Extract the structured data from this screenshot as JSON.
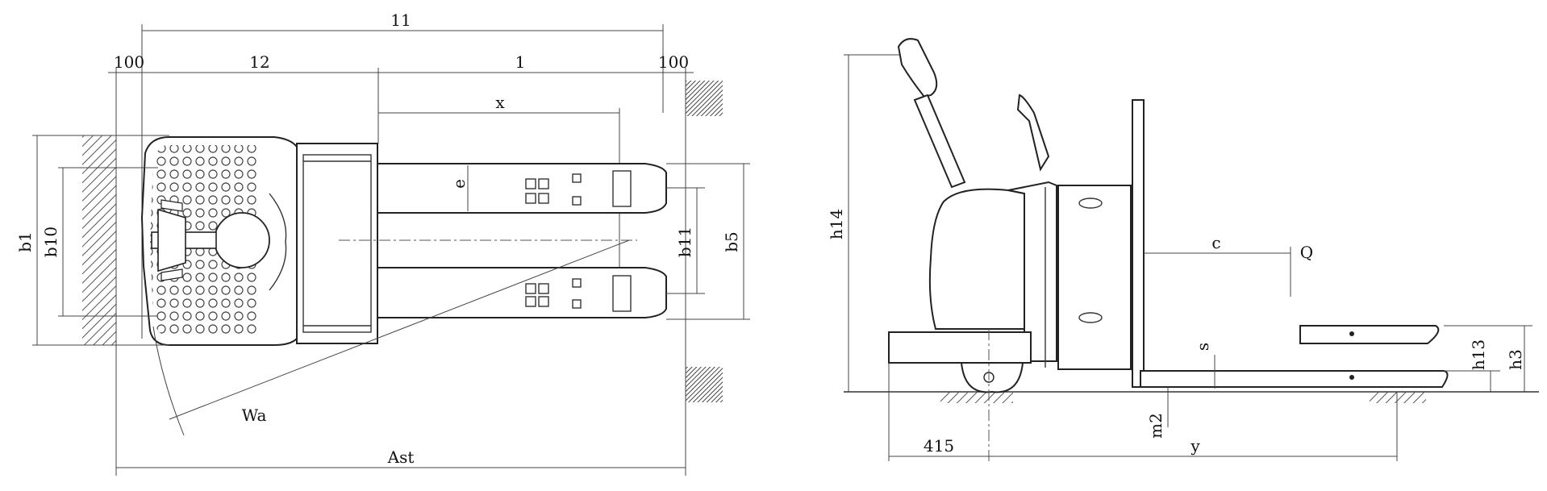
{
  "top_view": {
    "dims": {
      "l1_overall": "11",
      "margin_left": "100",
      "l2_body": "12",
      "l_fork": "1",
      "margin_right": "100",
      "x": "x",
      "e": "e",
      "b1": "b1",
      "b10": "b10",
      "b11": "b11",
      "b5": "b5",
      "wa": "Wa",
      "ast": "Ast"
    }
  },
  "side_view": {
    "dims": {
      "h14": "h14",
      "c": "c",
      "q": "Q",
      "s": "s",
      "h13": "h13",
      "h3": "h3",
      "m2": "m2",
      "offset_415": "415",
      "y": "y"
    }
  },
  "colors": {
    "line": "#333333",
    "hatch": "#555555",
    "background": "#ffffff"
  }
}
